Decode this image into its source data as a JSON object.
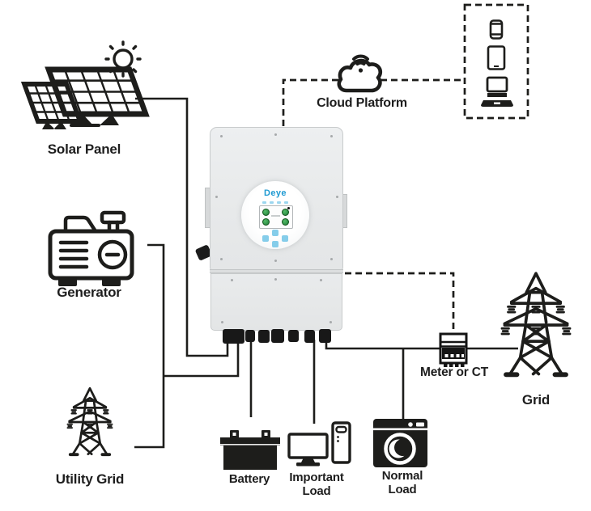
{
  "colors": {
    "line": "#1d1d1b",
    "inverter_body": "#e8eaeb",
    "deye_blue": "#1f9ad2",
    "gauge_green": "#2f9e4b",
    "touch_blue": "#85cdea",
    "background": "#ffffff"
  },
  "nodes": {
    "solar_panel": {
      "label": "Solar Panel",
      "icon": "solar-panel-icon"
    },
    "generator": {
      "label": "Generator",
      "icon": "generator-icon"
    },
    "utility_grid": {
      "label": "Utility Grid",
      "icon": "transmission-tower-icon"
    },
    "cloud_platform": {
      "label": "Cloud Platform",
      "icon": "cloud-wifi-icon"
    },
    "monitoring_devices": {
      "icons": [
        "smartphone-icon",
        "tablet-icon",
        "laptop-icon"
      ]
    },
    "inverter": {
      "brand": "Deye",
      "icon": "hybrid-inverter-icon"
    },
    "meter": {
      "label": "Meter or CT",
      "icon": "energy-meter-icon"
    },
    "grid": {
      "label": "Grid",
      "icon": "transmission-tower-icon"
    },
    "battery": {
      "label": "Battery",
      "icon": "battery-icon"
    },
    "important_load": {
      "line1": "Important",
      "line2": "Load",
      "icon": "computer-icon"
    },
    "normal_load": {
      "line1": "Normal",
      "line2": "Load",
      "icon": "washing-machine-icon"
    }
  },
  "connections": [
    {
      "from": "solar-panel",
      "to": "inverter-pv-port",
      "style": "solid"
    },
    {
      "from": "generator",
      "to": "inverter-gen-port",
      "style": "solid"
    },
    {
      "from": "utility-grid",
      "to": "inverter-gen-port",
      "style": "solid"
    },
    {
      "from": "inverter-battery-port",
      "to": "battery",
      "style": "solid"
    },
    {
      "from": "inverter-load-port",
      "to": "important-load",
      "style": "solid"
    },
    {
      "from": "inverter-grid-port",
      "to": "meter",
      "style": "solid"
    },
    {
      "from": "meter",
      "to": "grid",
      "style": "solid"
    },
    {
      "from": "inverter-grid-wire",
      "to": "normal-load",
      "style": "solid"
    },
    {
      "from": "inverter",
      "to": "cloud-platform",
      "style": "dashed"
    },
    {
      "from": "cloud-platform",
      "to": "monitoring-devices",
      "style": "dashed"
    },
    {
      "from": "inverter",
      "to": "meter",
      "style": "dashed"
    }
  ]
}
